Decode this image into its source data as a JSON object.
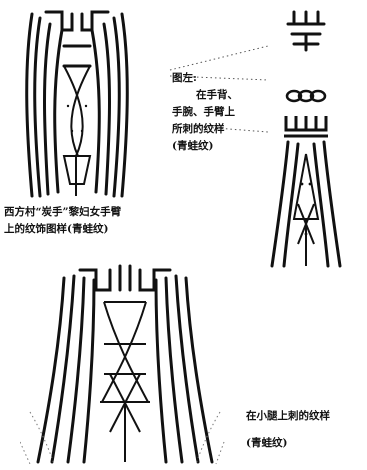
{
  "figure_top_left": {
    "caption_lines": [
      "西方村“炭手”黎妇女手臂",
      "上的纹饰图样(青蛙纹)"
    ]
  },
  "figure_right": {
    "caption_lines": [
      "图左:",
      "在手背、",
      "手腕、手臂上",
      "所刺的纹样",
      "(青蛙纹)"
    ]
  },
  "figure_bottom": {
    "caption_lines": [
      "在小腿上刺的纹样",
      "(青蛙纹)"
    ]
  },
  "colors": {
    "ink": "#111111",
    "paper": "#ffffff"
  }
}
